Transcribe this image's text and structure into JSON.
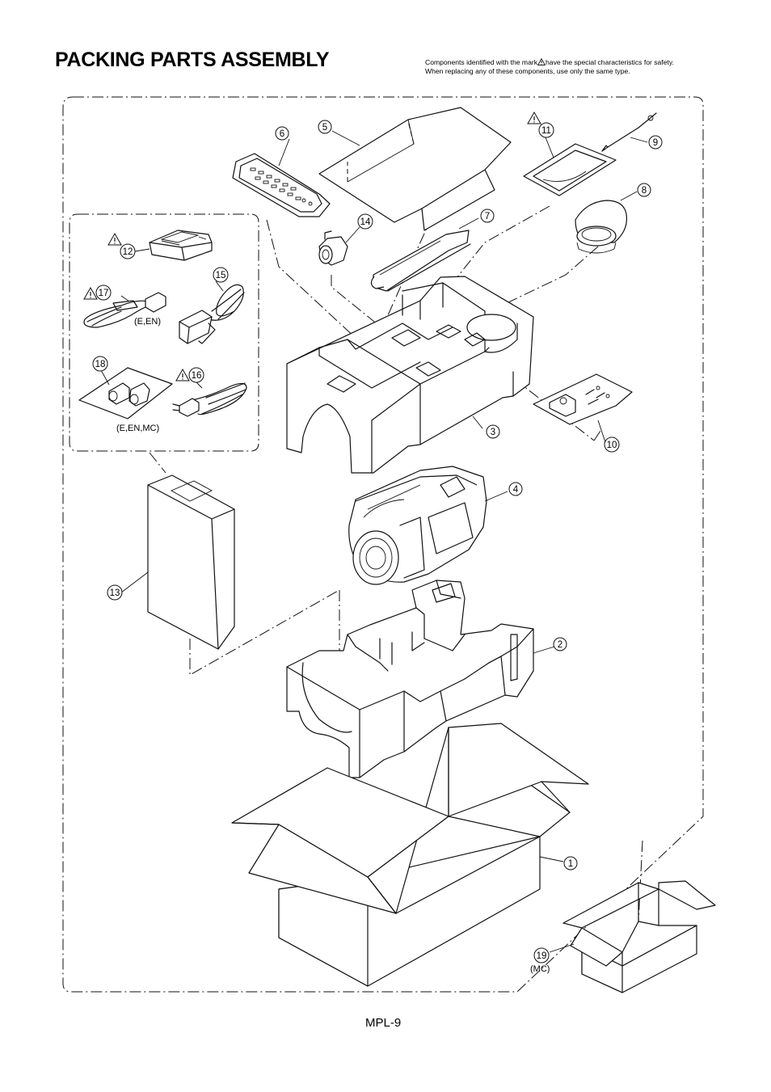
{
  "header": {
    "title": "PACKING PARTS ASSEMBLY",
    "note_line1_before": "Components identified with the mark",
    "note_line1_after": "have the special characteristics for safety.",
    "note_line2": "When replacing any of these components, use only the same type."
  },
  "footer": {
    "page_number": "MPL-9"
  },
  "callouts": {
    "c1": "1",
    "c2": "2",
    "c3": "3",
    "c4": "4",
    "c5": "5",
    "c6": "6",
    "c7": "7",
    "c8": "8",
    "c9": "9",
    "c10": "10",
    "c11": "11",
    "c12": "12",
    "c13": "13",
    "c14": "14",
    "c15": "15",
    "c16": "16",
    "c17": "17",
    "c18": "18",
    "c19": "19"
  },
  "variants": {
    "c17": "(E,EN)",
    "c18": "(E,EN,MC)",
    "c19": "(MC)"
  },
  "icons": {
    "safety": "warning-triangle-icon"
  }
}
